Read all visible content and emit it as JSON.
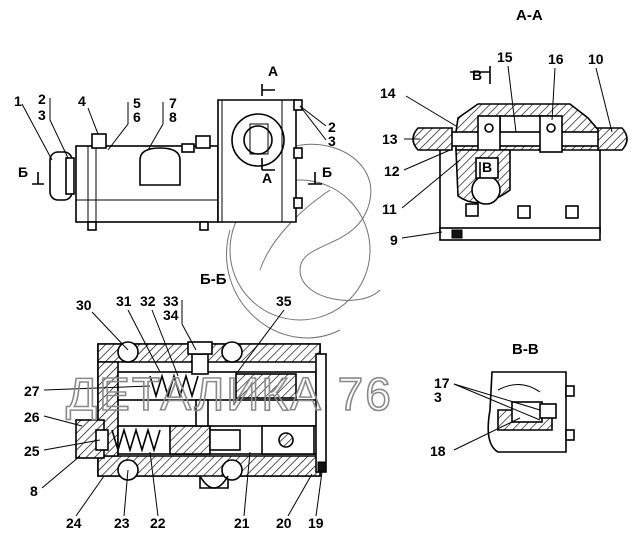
{
  "watermark": {
    "text": "ДЕТАЛИКА 76"
  },
  "views": {
    "main": {
      "section_a_mark": "А",
      "section_b_mark": "Б"
    },
    "section_aa": {
      "title": "А-А",
      "cut_mark": "В"
    },
    "section_bb": {
      "title": "Б-Б"
    },
    "section_vv": {
      "title": "В-В"
    }
  },
  "labels": {
    "main": [
      "1",
      "2",
      "3",
      "4",
      "5",
      "6",
      "7",
      "8",
      "2",
      "3"
    ],
    "section_aa": [
      "9",
      "10",
      "11",
      "12",
      "13",
      "14",
      "15",
      "16"
    ],
    "section_bb": [
      "8",
      "19",
      "20",
      "21",
      "22",
      "23",
      "24",
      "25",
      "26",
      "27",
      "30",
      "31",
      "32",
      "33",
      "34",
      "35"
    ],
    "section_vv": [
      "17",
      "3",
      "18"
    ]
  }
}
